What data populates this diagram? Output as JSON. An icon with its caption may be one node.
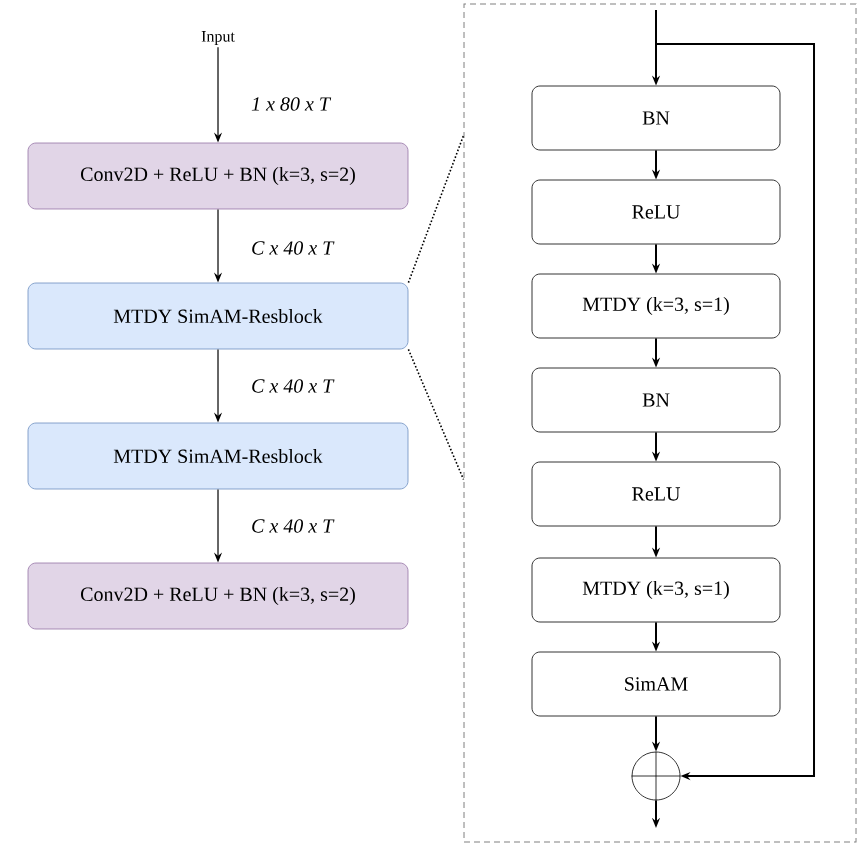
{
  "diagram": {
    "nodes": [
      {
        "text": [
          "Input"
        ]
      },
      {
        "text": [
          "Conv2D + ReLU + BN (k=3, s=2)"
        ]
      },
      {
        "text": [
          "MTDY SimAM-Resblock"
        ]
      },
      {
        "text": [
          "MTDY SimAM-Resblock"
        ]
      },
      {
        "text": [
          "Conv2D + ReLU + BN (k=3, s=2)"
        ]
      },
      {
        "text": [],
        "shape": "box"
      },
      {
        "text": [
          "BN"
        ],
        "in": 5
      },
      {
        "text": [
          "ReLU"
        ],
        "in": 5
      },
      {
        "text": [
          "MTDY (k=3, s=1)"
        ],
        "in": 5
      },
      {
        "text": [
          "BN"
        ],
        "in": 5
      },
      {
        "text": [
          "ReLU"
        ],
        "in": 5
      },
      {
        "text": [
          "MTDY (k=3, s=1)"
        ],
        "in": 5
      },
      {
        "text": [
          "SimAM"
        ],
        "in": 5
      },
      {
        "text": [],
        "shape": "circle",
        "in": 5
      }
    ],
    "edges": [
      {
        "from": 0,
        "to": 1,
        "arrow": "to",
        "label": "1 x 80 x T"
      },
      {
        "from": 1,
        "to": 2,
        "arrow": "to",
        "label": "C x 40 x T"
      },
      {
        "from": 2,
        "to": 3,
        "arrow": "to",
        "label": "C x 40 x T"
      },
      {
        "from": 3,
        "to": 4,
        "arrow": "to",
        "label": "C x 40 x T"
      },
      {
        "from": 2,
        "to": 5,
        "arrow": "none",
        "style": "dashed"
      },
      {
        "from": 2,
        "to": 5,
        "arrow": "none",
        "style": "dashed"
      },
      {
        "from": null,
        "to": 6,
        "arrow": "to"
      },
      {
        "from": 6,
        "to": 7,
        "arrow": "to"
      },
      {
        "from": 7,
        "to": 8,
        "arrow": "to"
      },
      {
        "from": 8,
        "to": 9,
        "arrow": "to"
      },
      {
        "from": 9,
        "to": 10,
        "arrow": "to"
      },
      {
        "from": 10,
        "to": 11,
        "arrow": "to"
      },
      {
        "from": 11,
        "to": 12,
        "arrow": "to"
      },
      {
        "from": 12,
        "to": 13,
        "arrow": "to"
      },
      {
        "from": null,
        "to": 13,
        "arrow": "to"
      },
      {
        "from": 13,
        "to": null,
        "arrow": "to"
      }
    ]
  }
}
